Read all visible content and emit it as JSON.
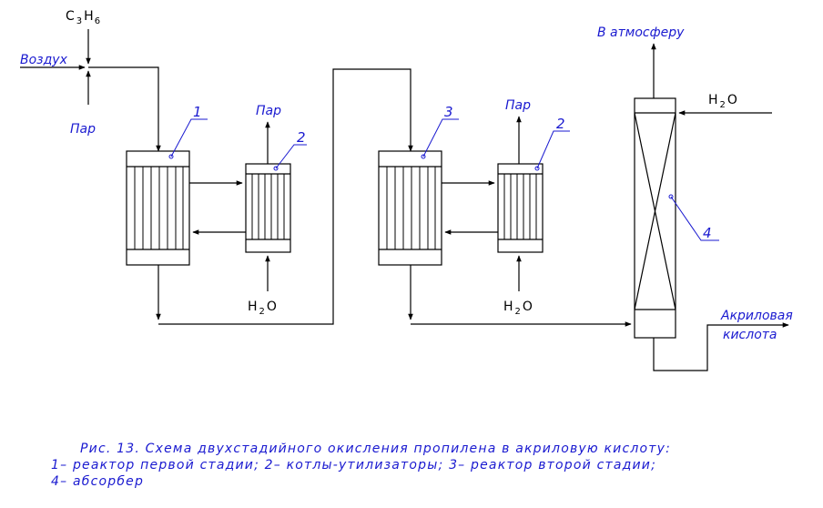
{
  "labels": {
    "c3h6_main": "C",
    "c3h6_sub1": "3",
    "c3h6_h": "H",
    "c3h6_sub2": "6",
    "air": "Воздух",
    "steam_in": "Пар",
    "steam_out_1": "Пар",
    "steam_out_2": "Пар",
    "water_1_h": "H",
    "water_1_sub": "2",
    "water_1_o": "O",
    "water_2_h": "H",
    "water_2_sub": "2",
    "water_2_o": "O",
    "water_3_h": "H",
    "water_3_sub": "2",
    "water_3_o": "O",
    "atmosphere": "В атмосферу",
    "acid_line1": "Акриловая",
    "acid_line2": "кислота"
  },
  "numbers": {
    "reactor1": "1",
    "boiler1": "2",
    "reactor2": "3",
    "boiler2": "2",
    "absorber": "4"
  },
  "caption": {
    "line1": "Рис. 13.  Схема двухстадийного окисления пропилена в акриловую кислоту:",
    "line2": "1– реактор первой стадии; 2– котлы-утилизаторы; 3– реактор второй стадии;",
    "line3": "4– абсорбер"
  }
}
